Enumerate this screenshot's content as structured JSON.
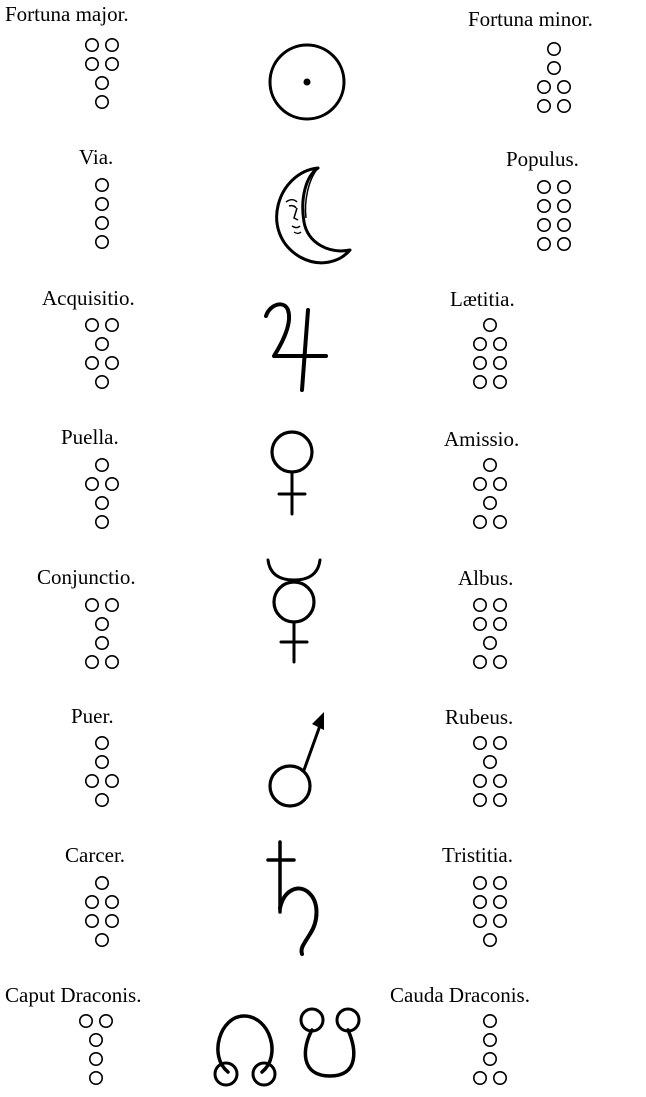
{
  "plate": {
    "figures": [
      {
        "id": "fortuna-major",
        "label": "Fortuna major.",
        "rows": [
          2,
          2,
          1,
          1
        ]
      },
      {
        "id": "fortuna-minor",
        "label": "Fortuna minor.",
        "rows": [
          1,
          1,
          2,
          2
        ]
      },
      {
        "id": "via",
        "label": "Via.",
        "rows": [
          1,
          1,
          1,
          1
        ]
      },
      {
        "id": "populus",
        "label": "Populus.",
        "rows": [
          2,
          2,
          2,
          2
        ]
      },
      {
        "id": "acquisitio",
        "label": "Acquisitio.",
        "rows": [
          2,
          1,
          2,
          1
        ]
      },
      {
        "id": "laetitia",
        "label": "Lætitia.",
        "rows": [
          1,
          2,
          2,
          2
        ]
      },
      {
        "id": "puella",
        "label": "Puella.",
        "rows": [
          1,
          2,
          1,
          1
        ]
      },
      {
        "id": "amissio",
        "label": "Amissio.",
        "rows": [
          1,
          2,
          1,
          2
        ]
      },
      {
        "id": "conjunctio",
        "label": "Conjunctio.",
        "rows": [
          2,
          1,
          1,
          2
        ]
      },
      {
        "id": "albus",
        "label": "Albus.",
        "rows": [
          2,
          2,
          1,
          2
        ]
      },
      {
        "id": "puer",
        "label": "Puer.",
        "rows": [
          1,
          1,
          2,
          1
        ]
      },
      {
        "id": "rubeus",
        "label": "Rubeus.",
        "rows": [
          2,
          1,
          2,
          2
        ]
      },
      {
        "id": "carcer",
        "label": "Carcer.",
        "rows": [
          1,
          2,
          2,
          1
        ]
      },
      {
        "id": "tristitia",
        "label": "Tristitia.",
        "rows": [
          2,
          2,
          2,
          1
        ]
      },
      {
        "id": "caput-draconis",
        "label": "Caput Draconis.",
        "rows": [
          2,
          1,
          1,
          1
        ]
      },
      {
        "id": "cauda-draconis",
        "label": "Cauda Draconis.",
        "rows": [
          1,
          1,
          1,
          2
        ]
      }
    ],
    "symbols": [
      {
        "id": "sun",
        "icon": "sun-symbol-icon"
      },
      {
        "id": "moon",
        "icon": "moon-face-symbol-icon"
      },
      {
        "id": "jupiter",
        "icon": "jupiter-symbol-icon"
      },
      {
        "id": "venus",
        "icon": "venus-symbol-icon"
      },
      {
        "id": "mercury",
        "icon": "mercury-symbol-icon"
      },
      {
        "id": "mars",
        "icon": "mars-symbol-icon"
      },
      {
        "id": "saturn",
        "icon": "saturn-symbol-icon"
      },
      {
        "id": "nodes",
        "icon": "dragon-head-and-tail-symbol-icon"
      }
    ]
  }
}
